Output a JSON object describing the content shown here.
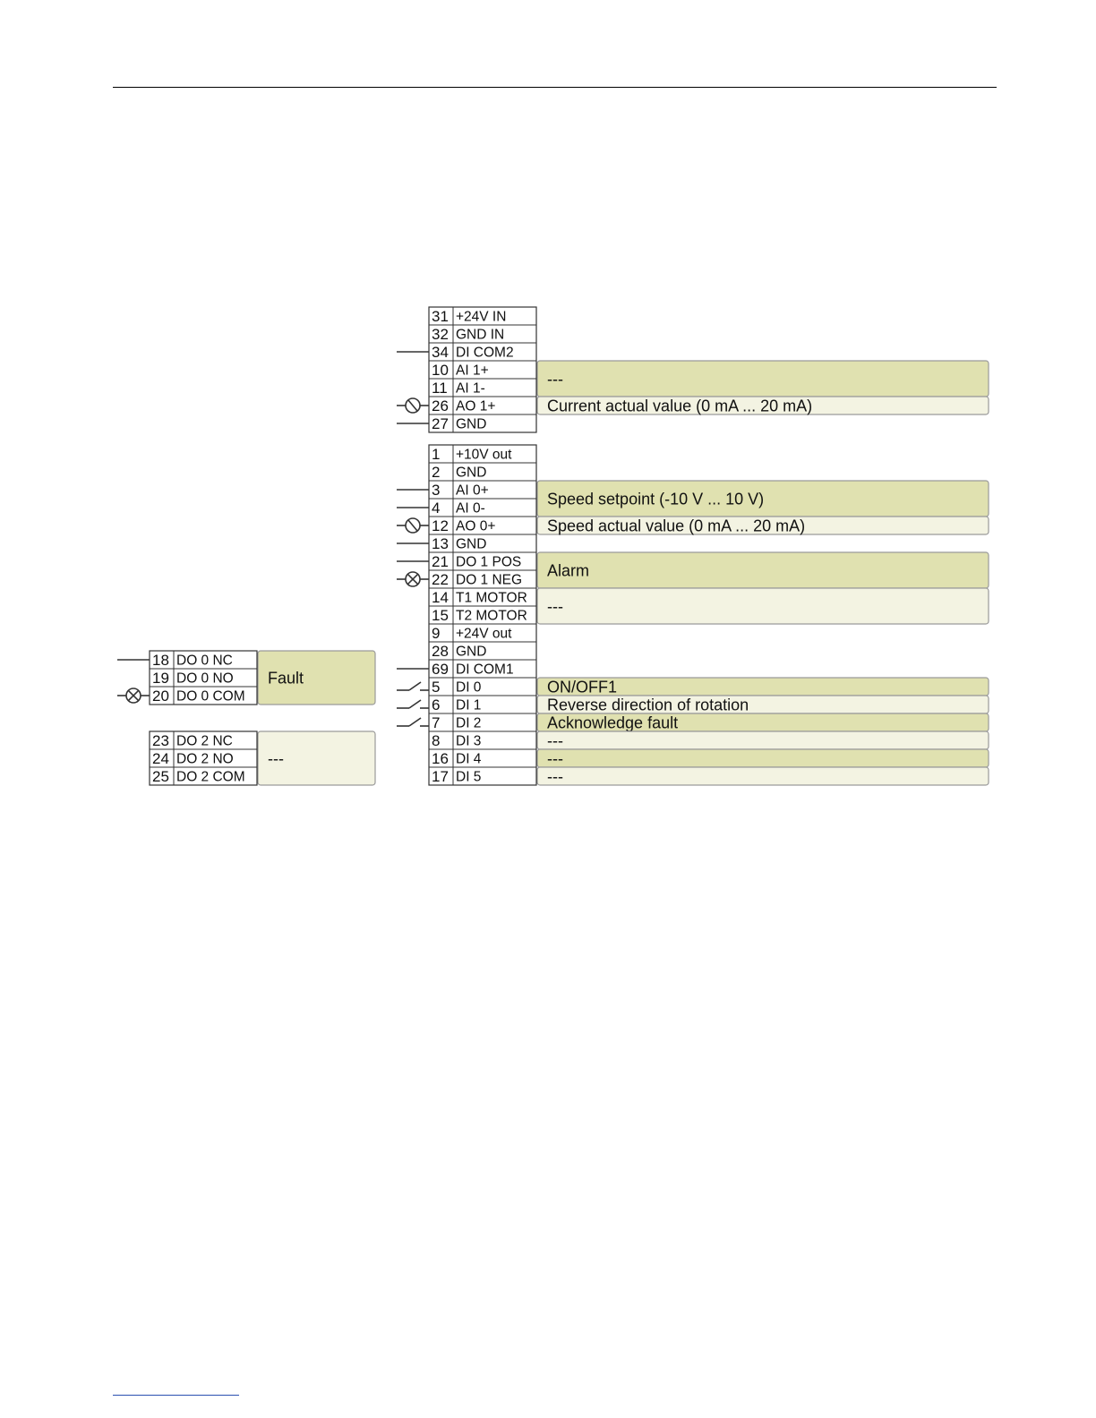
{
  "colors": {
    "line": "#333333",
    "func_dark": "#e0e1b0",
    "func_light": "#f3f3e2",
    "func_border": "#9a9a9a"
  },
  "blocks": [
    {
      "id": "main-upper",
      "terminals": [
        {
          "num": "31",
          "name": "+24V IN",
          "wire": "none"
        },
        {
          "num": "32",
          "name": "GND IN",
          "wire": "none"
        },
        {
          "num": "34",
          "name": "DI COM2",
          "wire": "line"
        },
        {
          "num": "10",
          "name": "AI 1+",
          "wire": "none"
        },
        {
          "num": "11",
          "name": "AI 1-",
          "wire": "none"
        },
        {
          "num": "26",
          "name": "AO 1+",
          "wire": "meter"
        },
        {
          "num": "27",
          "name": "GND",
          "wire": "line"
        }
      ],
      "functions": [
        {
          "start": 3,
          "span": 2,
          "label": "---",
          "shade": "dark"
        },
        {
          "start": 5,
          "span": 1,
          "label": "Current actual value (0 mA ... 20 mA)",
          "shade": "light"
        }
      ]
    },
    {
      "id": "main-lower",
      "terminals": [
        {
          "num": "1",
          "name": "+10V out",
          "wire": "none"
        },
        {
          "num": "2",
          "name": "GND",
          "wire": "none"
        },
        {
          "num": "3",
          "name": "AI 0+",
          "wire": "line"
        },
        {
          "num": "4",
          "name": "AI 0-",
          "wire": "line"
        },
        {
          "num": "12",
          "name": "AO 0+",
          "wire": "meter"
        },
        {
          "num": "13",
          "name": "GND",
          "wire": "line"
        },
        {
          "num": "21",
          "name": "DO 1 POS",
          "wire": "line"
        },
        {
          "num": "22",
          "name": "DO 1 NEG",
          "wire": "lamp"
        },
        {
          "num": "14",
          "name": "T1 MOTOR",
          "wire": "none"
        },
        {
          "num": "15",
          "name": "T2 MOTOR",
          "wire": "none"
        },
        {
          "num": "9",
          "name": "+24V out",
          "wire": "none"
        },
        {
          "num": "28",
          "name": "GND",
          "wire": "none"
        },
        {
          "num": "69",
          "name": "DI COM1",
          "wire": "line"
        },
        {
          "num": "5",
          "name": "DI 0",
          "wire": "switch"
        },
        {
          "num": "6",
          "name": "DI 1",
          "wire": "switch"
        },
        {
          "num": "7",
          "name": "DI 2",
          "wire": "switch"
        },
        {
          "num": "8",
          "name": "DI 3",
          "wire": "none"
        },
        {
          "num": "16",
          "name": "DI 4",
          "wire": "none"
        },
        {
          "num": "17",
          "name": "DI 5",
          "wire": "none"
        }
      ],
      "functions": [
        {
          "start": 2,
          "span": 2,
          "label": "Speed setpoint (-10 V ... 10 V)",
          "shade": "dark"
        },
        {
          "start": 4,
          "span": 1,
          "label": "Speed actual value (0 mA ... 20 mA)",
          "shade": "light"
        },
        {
          "start": 6,
          "span": 2,
          "label": "Alarm",
          "shade": "dark"
        },
        {
          "start": 8,
          "span": 2,
          "label": "---",
          "shade": "light"
        },
        {
          "start": 13,
          "span": 1,
          "label": "ON/OFF1",
          "shade": "dark"
        },
        {
          "start": 14,
          "span": 1,
          "label": "Reverse direction of rotation",
          "shade": "light"
        },
        {
          "start": 15,
          "span": 1,
          "label": "Acknowledge fault",
          "shade": "dark"
        },
        {
          "start": 16,
          "span": 1,
          "label": "---",
          "shade": "light"
        },
        {
          "start": 17,
          "span": 1,
          "label": "---",
          "shade": "dark"
        },
        {
          "start": 18,
          "span": 1,
          "label": "---",
          "shade": "light"
        }
      ]
    },
    {
      "id": "relay-do0",
      "terminals": [
        {
          "num": "18",
          "name": "DO 0 NC",
          "wire": "line"
        },
        {
          "num": "19",
          "name": "DO 0 NO",
          "wire": "none"
        },
        {
          "num": "20",
          "name": "DO 0 COM",
          "wire": "lamp"
        }
      ],
      "functions": [
        {
          "start": 0,
          "span": 3,
          "label": "Fault",
          "shade": "dark"
        }
      ]
    },
    {
      "id": "relay-do2",
      "terminals": [
        {
          "num": "23",
          "name": "DO 2 NC",
          "wire": "none"
        },
        {
          "num": "24",
          "name": "DO 2 NO",
          "wire": "none"
        },
        {
          "num": "25",
          "name": "DO 2 COM",
          "wire": "none"
        }
      ],
      "functions": [
        {
          "start": 0,
          "span": 3,
          "label": "---",
          "shade": "light"
        }
      ]
    }
  ]
}
